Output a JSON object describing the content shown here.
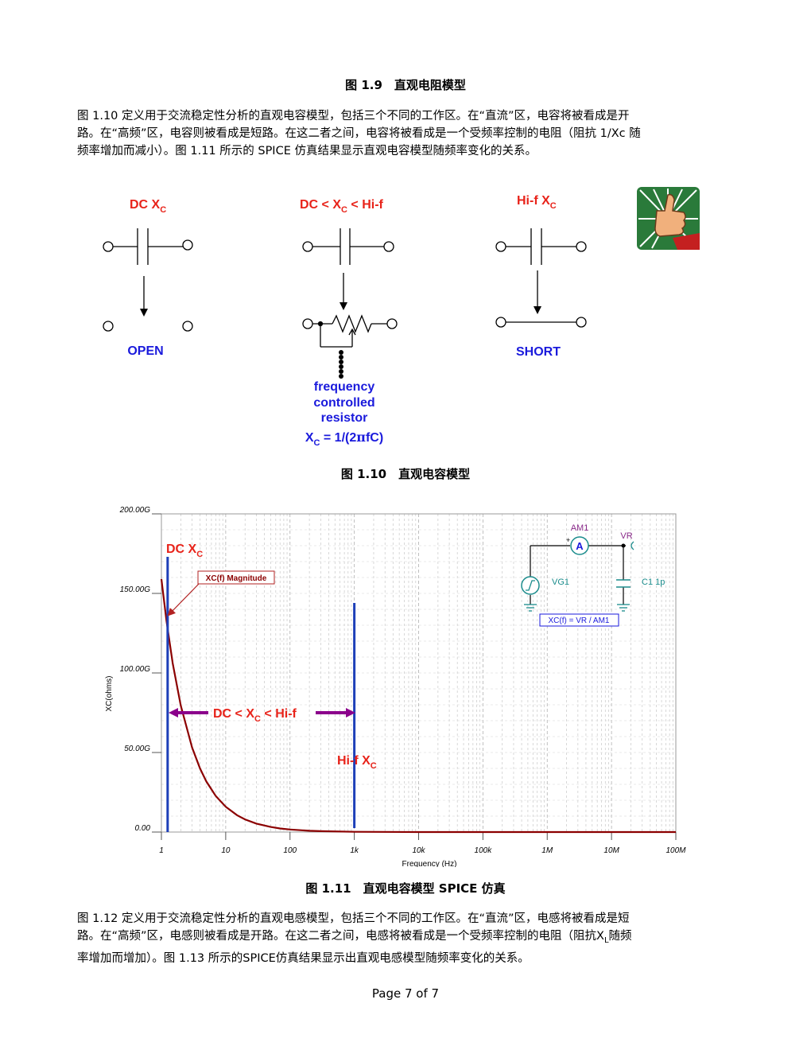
{
  "fig19_caption": "图 1.9　直观电阻模型",
  "para1": {
    "line1": "图 1.10 定义用于交流稳定性分析的直观电容模型，包括三个不同的工作区。在“直流”区，电容将被看成是开",
    "line2": "路。在“高频”区，电容则被看成是短路。在这二者之间，电容将被看成是一个受频率控制的电阻（阻抗 1/Xc 随",
    "line3": "频率增加而减小）。图 1.11 所示的 SPICE 仿真结果显示直观电容模型随频率变化的关系。"
  },
  "fig110": {
    "dc_label": "DC X",
    "dc_sub": "C",
    "mid_label_a": "DC < X",
    "mid_sub": "C",
    "mid_label_b": " < Hi-f",
    "hf_label": "Hi-f X",
    "hf_sub": "C",
    "open": "OPEN",
    "short": "SHORT",
    "fcr": [
      "frequency",
      "controlled",
      "resistor"
    ],
    "formula_a": "X",
    "formula_sub": "C",
    "formula_b": " = 1/(2",
    "formula_pi": "π",
    "formula_c": "fC)",
    "caption": "图 1.10　直观电容模型"
  },
  "fig111": {
    "caption": "图 1.11　直观电容模型 SPICE 仿真"
  },
  "chart_data": {
    "type": "line",
    "xscale": "log",
    "xlim": [
      1,
      100000000
    ],
    "ylim": [
      0,
      200000000000
    ],
    "xlabel": "Frequency (Hz)",
    "ylabel": "XC(ohms)",
    "x_ticks": [
      "1",
      "10",
      "100",
      "1k",
      "10k",
      "100k",
      "1M",
      "10M",
      "100M"
    ],
    "y_ticks": [
      "200.00G",
      "150.00G",
      "100.00G",
      "50.00G",
      "0.00"
    ],
    "grid": true,
    "series": [
      {
        "name": "XC(f) Magnitude",
        "color": "#8b0000",
        "x": [
          1,
          1.2,
          1.5,
          2,
          3,
          4,
          5,
          7,
          10,
          15,
          20,
          30,
          50,
          70,
          100,
          200,
          300,
          1000,
          10000,
          100000,
          1000000,
          10000000,
          100000000
        ],
        "y": [
          159000000000,
          132700000000,
          106100000000,
          79600000000,
          53100000000,
          39800000000,
          31800000000,
          22700000000,
          15900000000,
          10600000000,
          7960000000,
          5310000000,
          3180000000,
          2270000000,
          1590000000,
          796000000,
          531000000,
          159000000,
          15900000,
          1590000,
          159000,
          15900,
          1590
        ]
      }
    ],
    "annotations": {
      "dc_label": "DC X",
      "dc_sub": "C",
      "mid_label_a": "DC < X",
      "mid_sub": "C",
      "mid_label_b": " < Hi-f",
      "hf_label": "Hi-f X",
      "hf_sub": "C",
      "curve_label": "XC(f) Magnitude",
      "dc_marker_x": 1.25,
      "hf_marker_x": 1000
    },
    "inset": {
      "am1": "AM1",
      "vr": "VR",
      "vg1": "VG1",
      "c1": "C1 1p",
      "ammeter": "A",
      "formula": "XC(f) = VR / AM1"
    }
  },
  "para2": {
    "line1": "图 1.12 定义用于交流稳定性分析的直观电感模型，包括三个不同的工作区。在“直流”区，电感将被看成是短",
    "line2_a": "路。在“高频”区，电感则被看成是开路。在这二者之间，电感将被看成是一个受频率控制的电阻（阻抗X",
    "line2_sub": "L",
    "line2_b": "随频",
    "line3": "率增加而增加）。图 1.13 所示的SPICE仿真结果显示出直观电感模型随频率变化的关系。"
  },
  "footer": "Page 7 of 7",
  "colors": {
    "red_label": "#e8231a",
    "blue_label": "#1a1adc",
    "curve": "#8b0000",
    "marker_blue": "#1d3fb8",
    "arrow_purple": "#8b008b",
    "inset_teal": "#1a8c8c",
    "inset_purple": "#8a2a8a"
  }
}
